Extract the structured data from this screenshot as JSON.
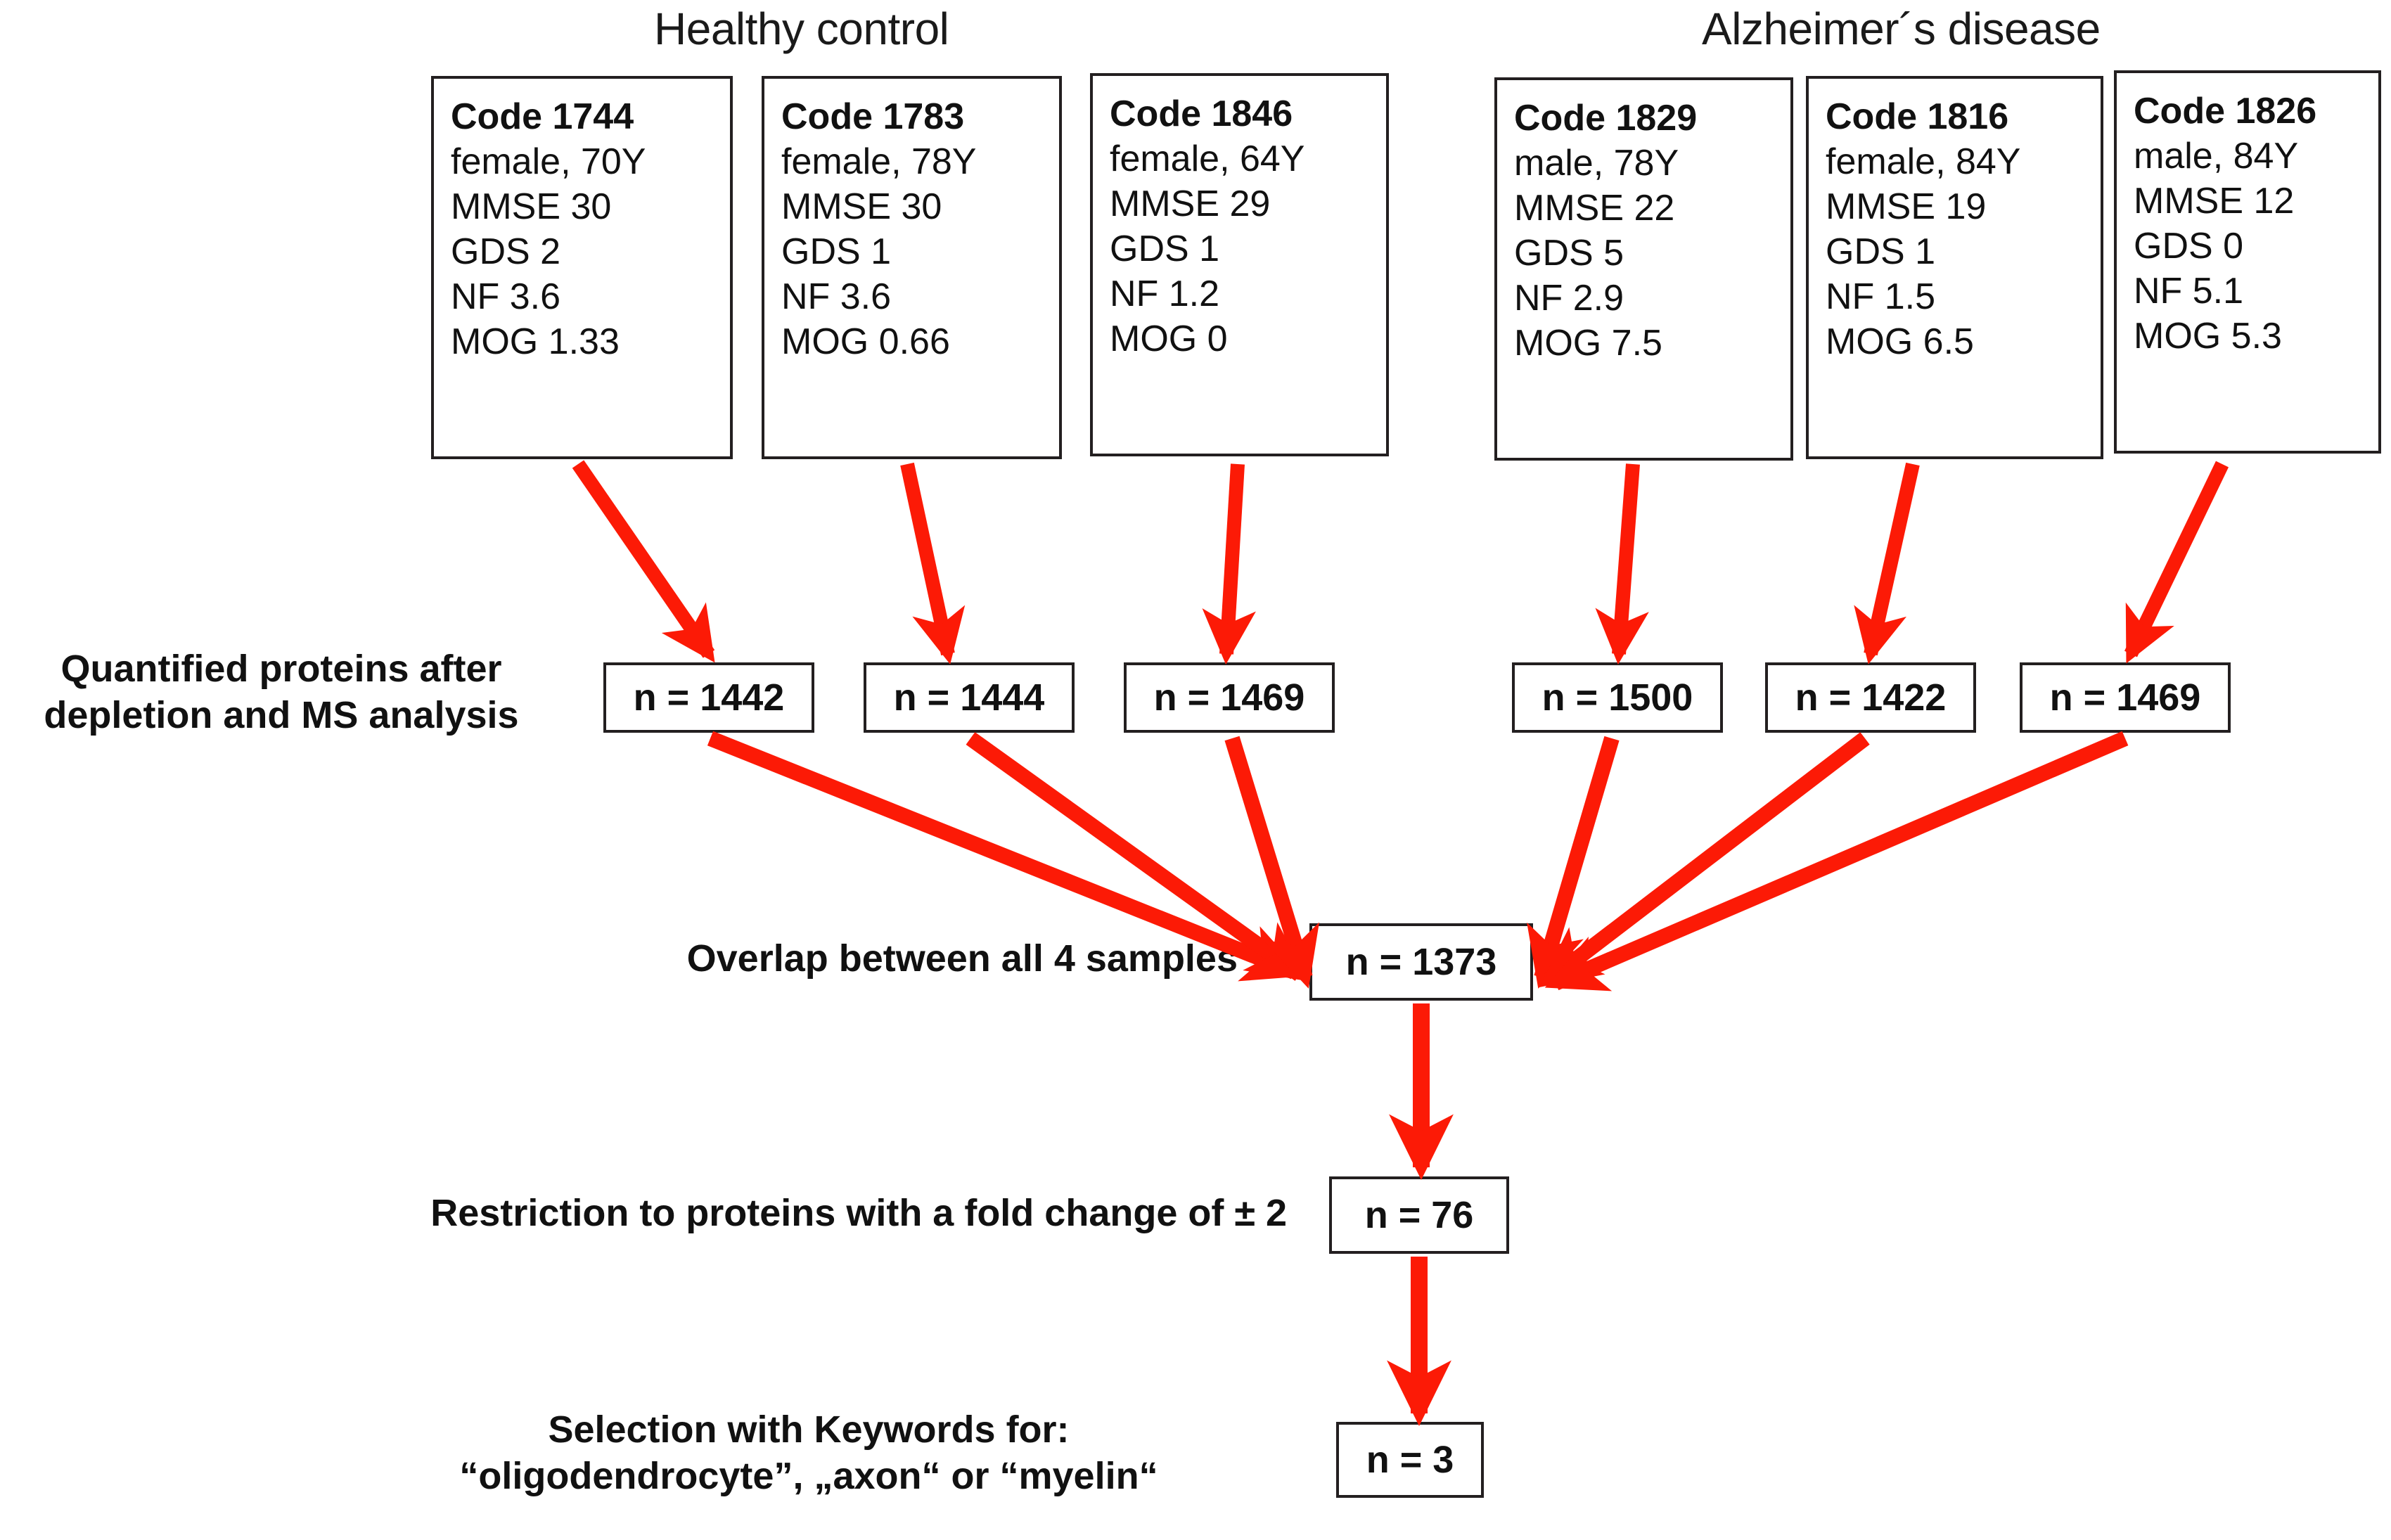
{
  "groups": {
    "healthy": "Healthy control",
    "alzheimer": "Alzheimer´s disease"
  },
  "patients": [
    {
      "code": "Code 1744",
      "demographics": "female, 70Y",
      "mmse": "MMSE 30",
      "gds": "GDS 2",
      "nf": "NF 3.6",
      "mog": "MOG 1.33"
    },
    {
      "code": "Code 1783",
      "demographics": "female, 78Y",
      "mmse": "MMSE 30",
      "gds": "GDS 1",
      "nf": "NF 3.6",
      "mog": "MOG 0.66"
    },
    {
      "code": "Code 1846",
      "demographics": "female, 64Y",
      "mmse": "MMSE 29",
      "gds": "GDS 1",
      "nf": "NF 1.2",
      "mog": "MOG 0"
    },
    {
      "code": "Code 1829",
      "demographics": "male, 78Y",
      "mmse": "MMSE 22",
      "gds": "GDS 5",
      "nf": "NF 2.9",
      "mog": "MOG 7.5"
    },
    {
      "code": "Code 1816",
      "demographics": "female, 84Y",
      "mmse": "MMSE 19",
      "gds": "GDS 1",
      "nf": "NF 1.5",
      "mog": "MOG 6.5"
    },
    {
      "code": "Code 1826",
      "demographics": "male, 84Y",
      "mmse": "MMSE 12",
      "gds": "GDS 0",
      "nf": "NF 5.1",
      "mog": "MOG 5.3"
    }
  ],
  "steps": {
    "quantified": {
      "label": "Quantified proteins after\ndepletion and MS analysis",
      "counts": [
        "n = 1442",
        "n = 1444",
        "n = 1469",
        "n = 1500",
        "n = 1422",
        "n = 1469"
      ]
    },
    "overlap": {
      "label": "Overlap between all 4 samples",
      "count": "n = 1373"
    },
    "fold_change": {
      "label": "Restriction to proteins with a fold change of ± 2",
      "count": "n = 76"
    },
    "keywords": {
      "label": "Selection with Keywords for:\n“oligodendrocyte”, „axon“ or “myelin“",
      "count": "n = 3"
    }
  },
  "colors": {
    "arrow": "#FC1A06",
    "box_border": "#231f20",
    "text": "#111111",
    "background": "#ffffff"
  }
}
